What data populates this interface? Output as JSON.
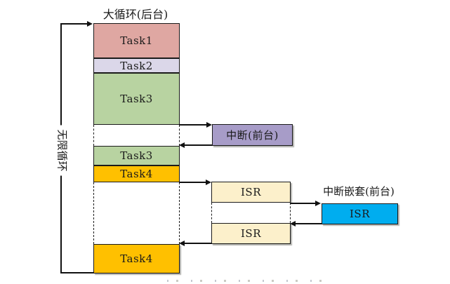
{
  "diagram": {
    "title": "大循环(后台)",
    "loop_label": "无限循环",
    "tasks": [
      {
        "label": "Task1",
        "color": "#dfa7a2"
      },
      {
        "label": "Task2",
        "color": "#dbd7e9"
      },
      {
        "label": "Task3",
        "color": "#b8d3a1"
      },
      {
        "label": "Task3",
        "color": "#b8d3a1"
      },
      {
        "label": "Task4",
        "color": "#ffc000"
      },
      {
        "label": "Task4",
        "color": "#ffc000"
      }
    ],
    "interrupt": {
      "label": "中断(前台)",
      "color": "#a79cc8"
    },
    "isr_boxes": [
      {
        "label": "ISR",
        "color": "#fcf0cb"
      },
      {
        "label": "ISR",
        "color": "#fcf0cb"
      }
    ],
    "nested": {
      "title": "中断嵌套(前台)",
      "isr_label": "ISR",
      "color": "#00adef"
    }
  }
}
